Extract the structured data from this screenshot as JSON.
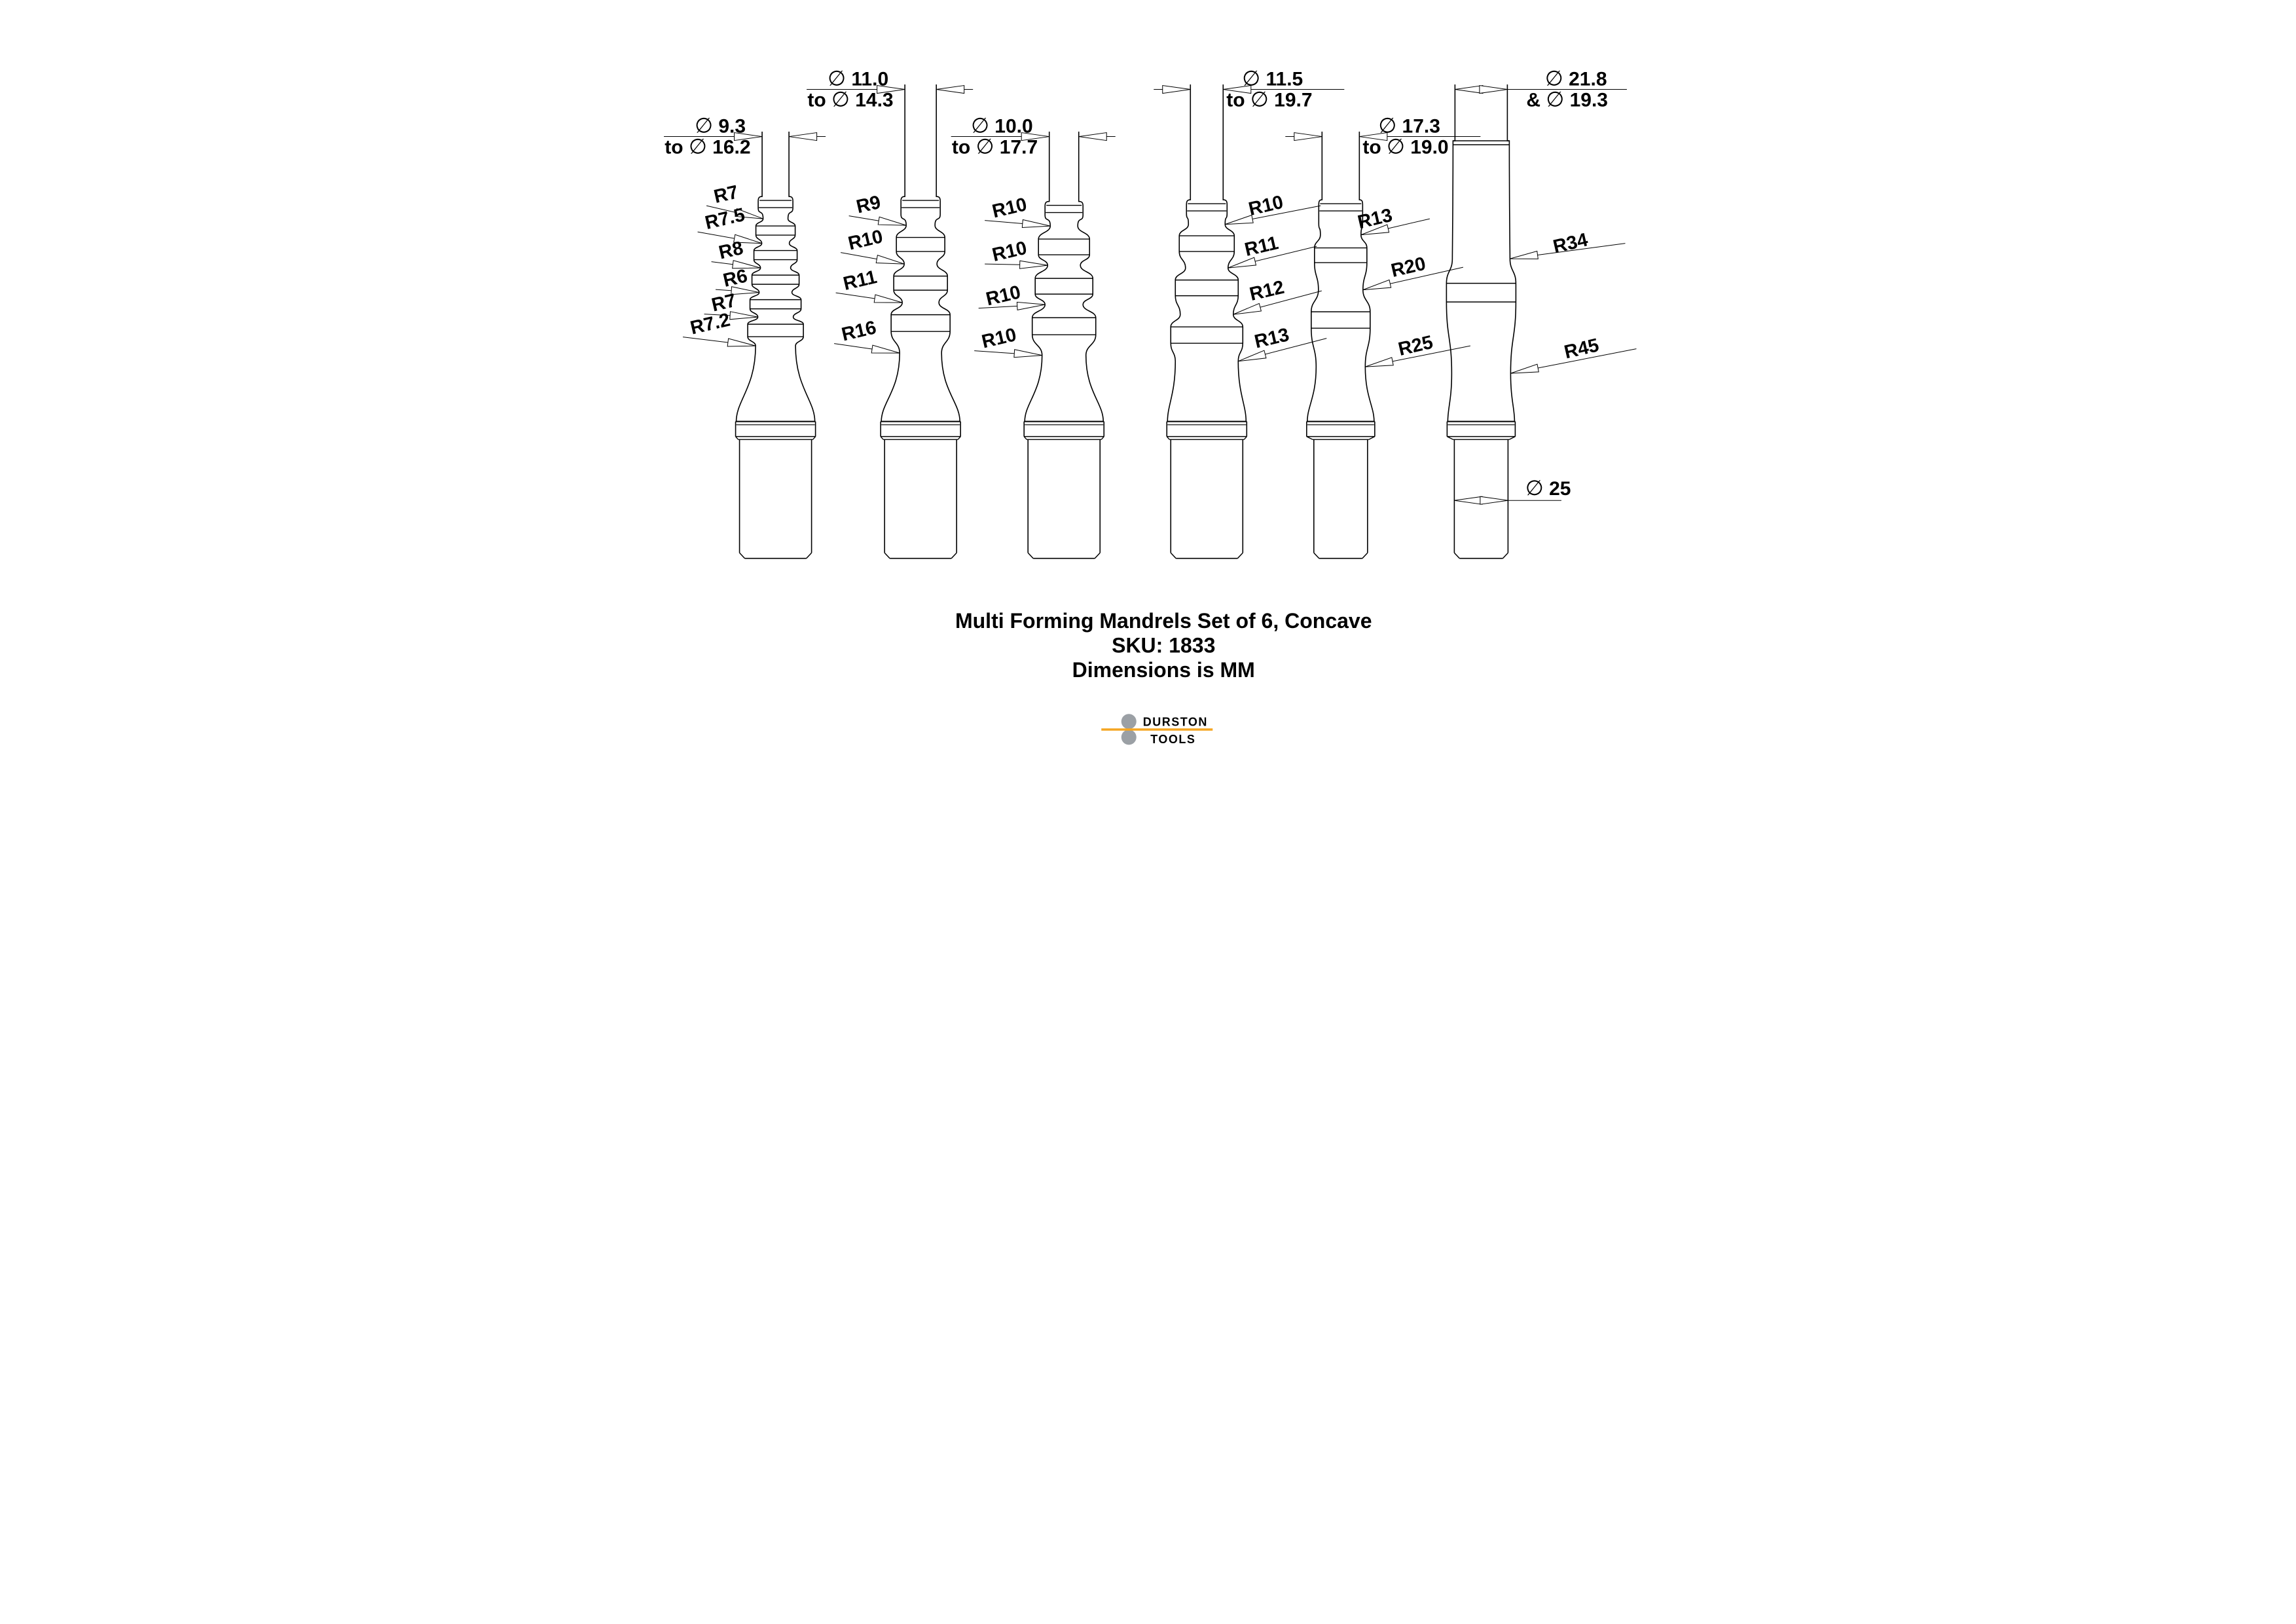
{
  "sheet": {
    "background": "#ffffff",
    "line_color": "#000000"
  },
  "title_block": {
    "line1": "Multi Forming Mandrels Set of 6, Concave",
    "line2": "SKU: 1833",
    "line3": "Dimensions is MM"
  },
  "logo": {
    "name_top": "DURSTON",
    "name_bottom": "TOOLS",
    "bar_color": "#F5A623",
    "roll_color": "#9BA0A5",
    "text_color": "#111111"
  },
  "drawing": {
    "shank_dimension": {
      "symbol": "∅",
      "value": "25"
    },
    "mandrels": [
      {
        "name": "mandrel-1",
        "diameter_note": {
          "symbol": "∅",
          "from": "9.3",
          "joiner": "to",
          "to": "16.2"
        },
        "radii": [
          "R7",
          "R7.5",
          "R8",
          "R6",
          "R7",
          "R7.2"
        ],
        "label_side": "left"
      },
      {
        "name": "mandrel-2",
        "diameter_note": {
          "symbol": "∅",
          "from": "11.0",
          "joiner": "to",
          "to": "14.3"
        },
        "radii": [
          "R9",
          "R10",
          "R11",
          "R16"
        ],
        "label_side": "left"
      },
      {
        "name": "mandrel-3",
        "diameter_note": {
          "symbol": "∅",
          "from": "10.0",
          "joiner": "to",
          "to": "17.7"
        },
        "radii": [
          "R10",
          "R10",
          "R10",
          "R10"
        ],
        "label_side": "left"
      },
      {
        "name": "mandrel-4",
        "diameter_note": {
          "symbol": "∅",
          "from": "11.5",
          "joiner": "to",
          "to": "19.7"
        },
        "radii": [
          "R10",
          "R11",
          "R12",
          "R13"
        ],
        "label_side": "right"
      },
      {
        "name": "mandrel-5",
        "diameter_note": {
          "symbol": "∅",
          "from": "17.3",
          "joiner": "to",
          "to": "19.0"
        },
        "radii": [
          "R13",
          "R20",
          "R25"
        ],
        "label_side": "right"
      },
      {
        "name": "mandrel-6",
        "diameter_note": {
          "symbol": "∅",
          "from": "21.8",
          "joiner": "&",
          "to": "19.3"
        },
        "radii": [
          "R34",
          "R45"
        ],
        "label_side": "right"
      }
    ]
  }
}
